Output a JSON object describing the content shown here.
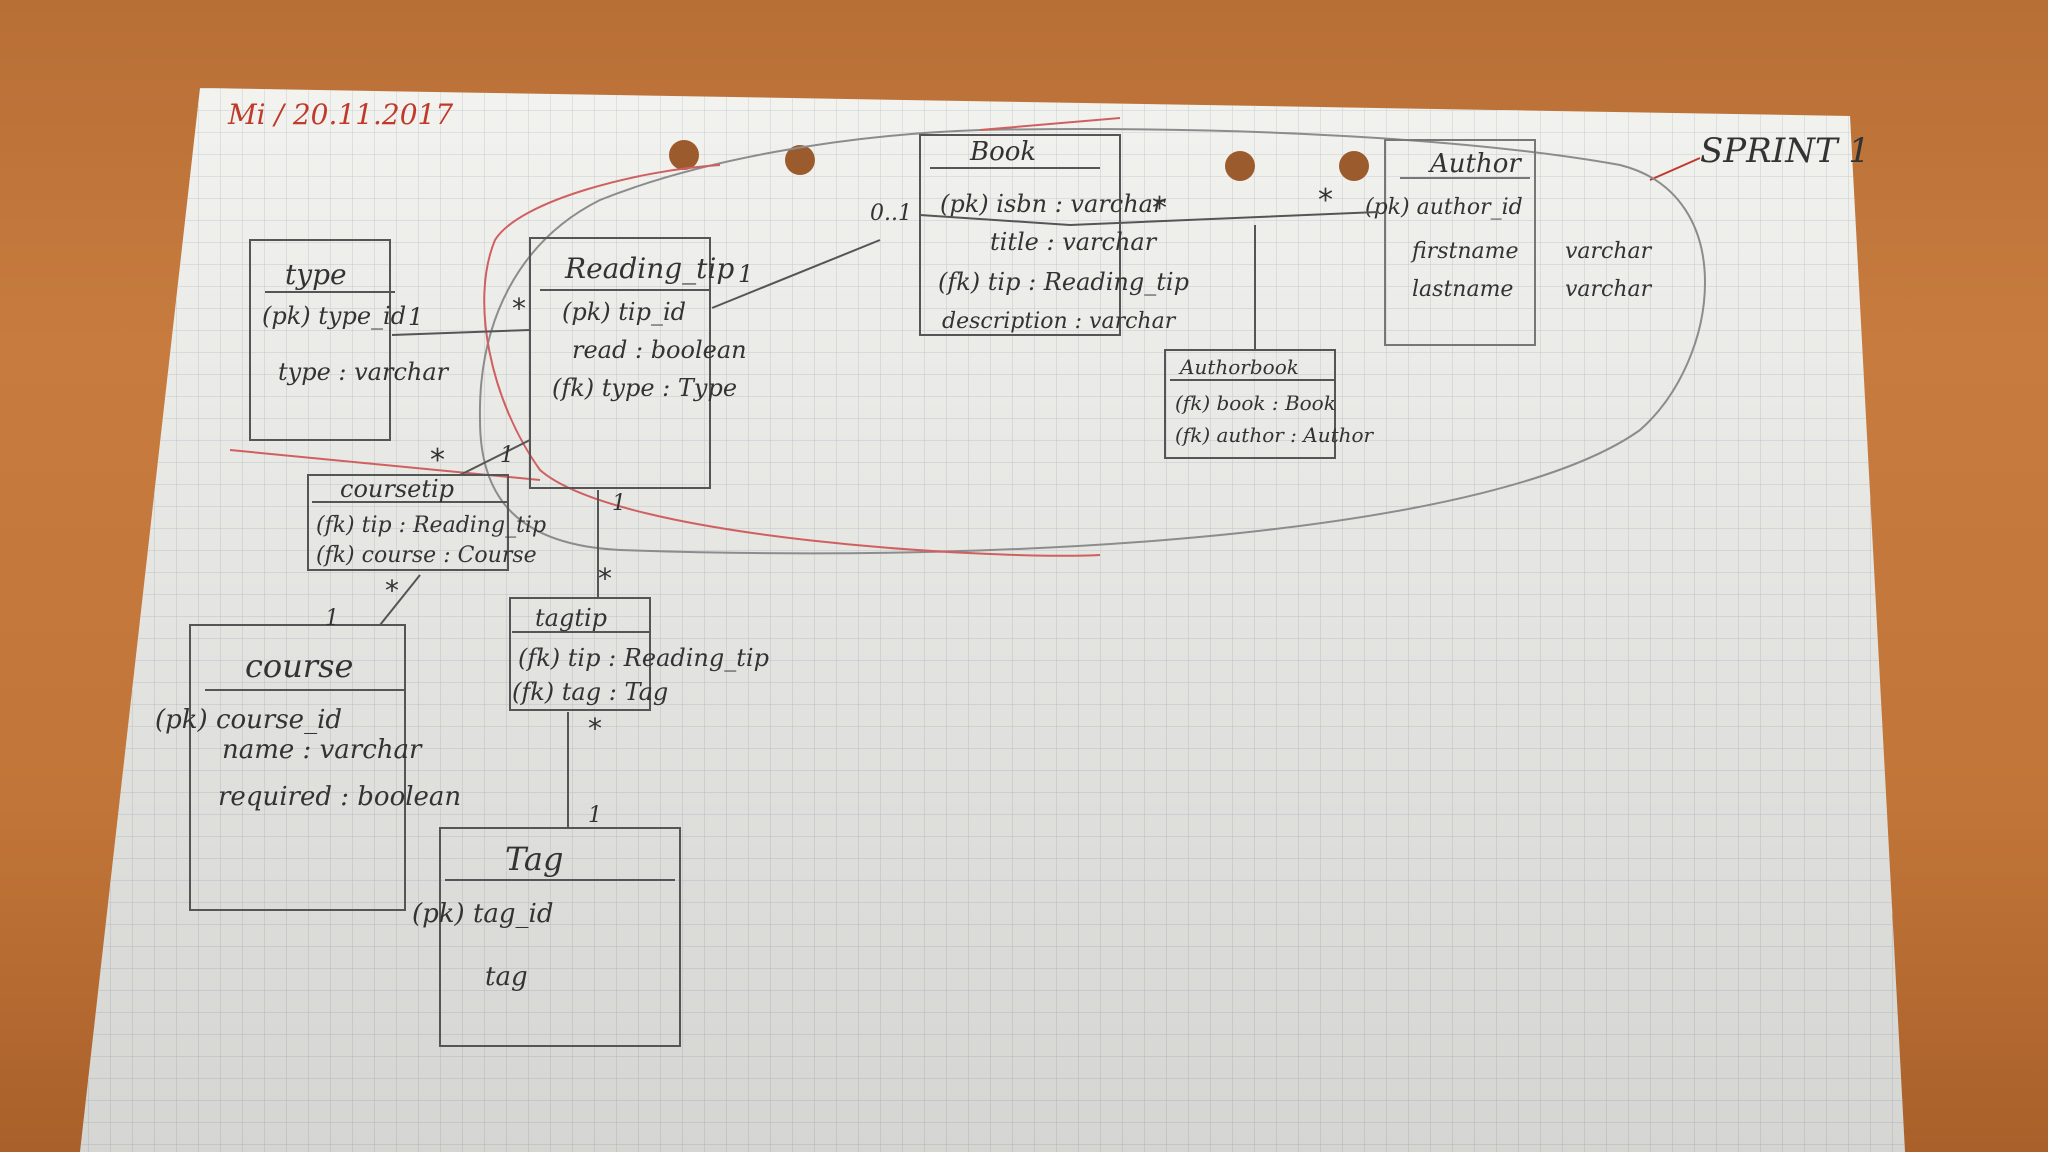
{
  "header": {
    "date": "Mi / 20.11.2017",
    "sprint": "SPRINT 1"
  },
  "entities": {
    "type": {
      "title": "type",
      "fields": [
        "(pk) type_id",
        "type : varchar"
      ]
    },
    "reading_tip": {
      "title": "Reading_tip",
      "fields": [
        "(pk) tip_id",
        "read : boolean",
        "(fk) type : Type"
      ]
    },
    "book": {
      "title": "Book",
      "fields": [
        "(pk) isbn : varchar",
        "title : varchar",
        "(fk) tip : Reading_tip",
        "description : varchar"
      ]
    },
    "author": {
      "title": "Author",
      "fields": [
        "(pk) author_id",
        "firstname",
        "lastname"
      ],
      "types": [
        "varchar",
        "varchar"
      ]
    },
    "authorbook": {
      "title": "Authorbook",
      "fields": [
        "(fk) book : Book",
        "(fk) author : Author"
      ]
    },
    "coursetip": {
      "title": "coursetip",
      "fields": [
        "(fk) tip : Reading_tip",
        "(fk) course : Course"
      ]
    },
    "course": {
      "title": "course",
      "fields": [
        "(pk) course_id",
        "name : varchar",
        "required : boolean"
      ]
    },
    "tagtip": {
      "title": "tagtip",
      "fields": [
        "(fk) tip : Reading_tip",
        "(fk) tag : Tag"
      ]
    },
    "tag": {
      "title": "Tag",
      "fields": [
        "(pk) tag_id",
        "tag"
      ]
    }
  },
  "multiplicities": {
    "type_tip_one": "1",
    "type_tip_many": "*",
    "tip_book_one": "1",
    "tip_book_zero": "0..1",
    "book_author_many_a": "*",
    "book_author_many_b": "*",
    "tip_coursetip_many": "*",
    "tip_coursetip_one": "1",
    "course_coursetip_one": "1",
    "course_coursetip_many": "*",
    "tip_tagtip_one": "1",
    "tip_tagtip_many": "*",
    "tag_tagtip_many": "*",
    "tag_tagtip_one": "1"
  },
  "colors": {
    "pencil": "#444444",
    "red_pen": "#c0392b",
    "paper": "#f2f2ef",
    "grid": "#c9cfd4"
  }
}
